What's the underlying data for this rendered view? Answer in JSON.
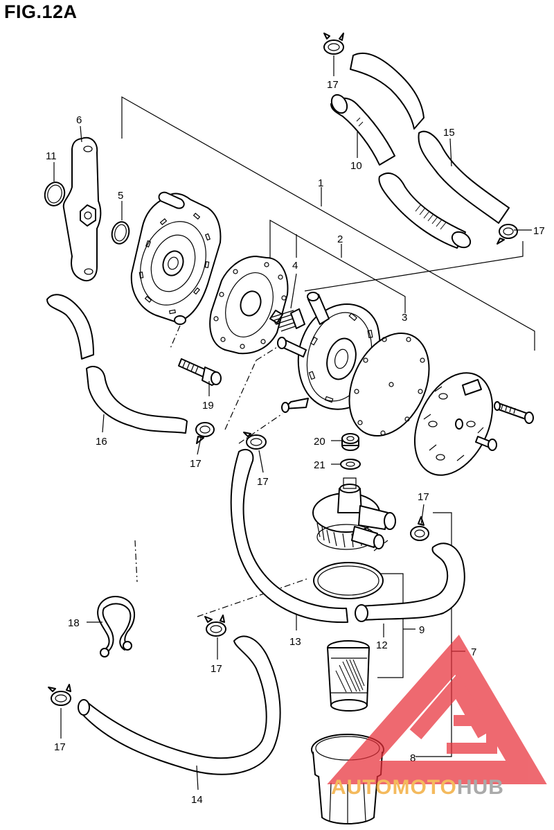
{
  "figure": {
    "title": "FIG.12A"
  },
  "labels": {
    "p1": "1",
    "p2": "2",
    "p3": "3",
    "p4": "4",
    "p5": "5",
    "p6": "6",
    "p7": "7",
    "p8": "8",
    "p9": "9",
    "p10": "10",
    "p11": "11",
    "p12": "12",
    "p13": "13",
    "p14": "14",
    "p15": "15",
    "p16": "16",
    "p17_top": "17",
    "p17_right": "17",
    "p17_pumpleft": "17",
    "p17_mid": "17",
    "p17_valve": "17",
    "p17_lowleft": "17",
    "p17_bottom": "17",
    "p18": "18",
    "p19": "19",
    "p20": "20",
    "p21": "21"
  },
  "watermark": {
    "prefix": "AUTOMOTO",
    "suffix": "HUB",
    "color": "#e8303a",
    "accent": "#f0a020"
  }
}
